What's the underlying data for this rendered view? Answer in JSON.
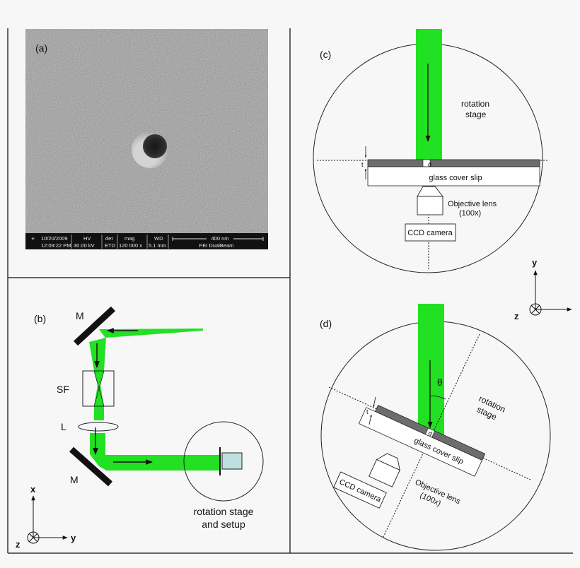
{
  "colors": {
    "background": "#f7f7f7",
    "laser_green": "#22e022",
    "sample_dark": "#6d6d6d",
    "frame": "#333333",
    "sem_gray": "#8c8c8c",
    "sem_bar": "#111111",
    "setup_box": "#bfe0e0"
  },
  "panel_a": {
    "label": "(a)",
    "infobar": {
      "date": "10/20/2009",
      "time": "12:09:22 PM",
      "hv_label": "HV",
      "hv_value": "30.00 kV",
      "det_label": "det",
      "det_value": "ETD",
      "mag_label": "mag",
      "mag_value": "120 000 x",
      "wd_label": "WD",
      "wd_value": "5.1 mm",
      "scale_label": "400 nm",
      "instrument": "FEI DualBeam"
    }
  },
  "panel_b": {
    "label": "(b)",
    "mirror_top_label": "M",
    "mirror_bottom_label": "M",
    "spatial_filter_label": "SF",
    "lens_label": "L",
    "setup_label_line1": "rotation stage",
    "setup_label_line2": "and setup",
    "axis_x": "x",
    "axis_y": "y",
    "axis_z": "z"
  },
  "panel_c": {
    "label": "(c)",
    "stage_line1": "rotation",
    "stage_line2": "stage",
    "cover_slip": "glass cover slip",
    "objective_line1": "Objective lens",
    "objective_line2": "(100x)",
    "camera": "CCD camera",
    "thickness": "t",
    "diameter": "d"
  },
  "axes_cd": {
    "y": "y",
    "z": "z"
  },
  "panel_d": {
    "label": "(d)",
    "theta": "θ",
    "stage_line1": "rotation",
    "stage_line2": "stage",
    "cover_slip": "glass cover slip",
    "objective_line1": "Objective lens",
    "objective_line2": "(100x)",
    "camera": "CCD camera",
    "thickness": "t",
    "diameter": "d"
  }
}
